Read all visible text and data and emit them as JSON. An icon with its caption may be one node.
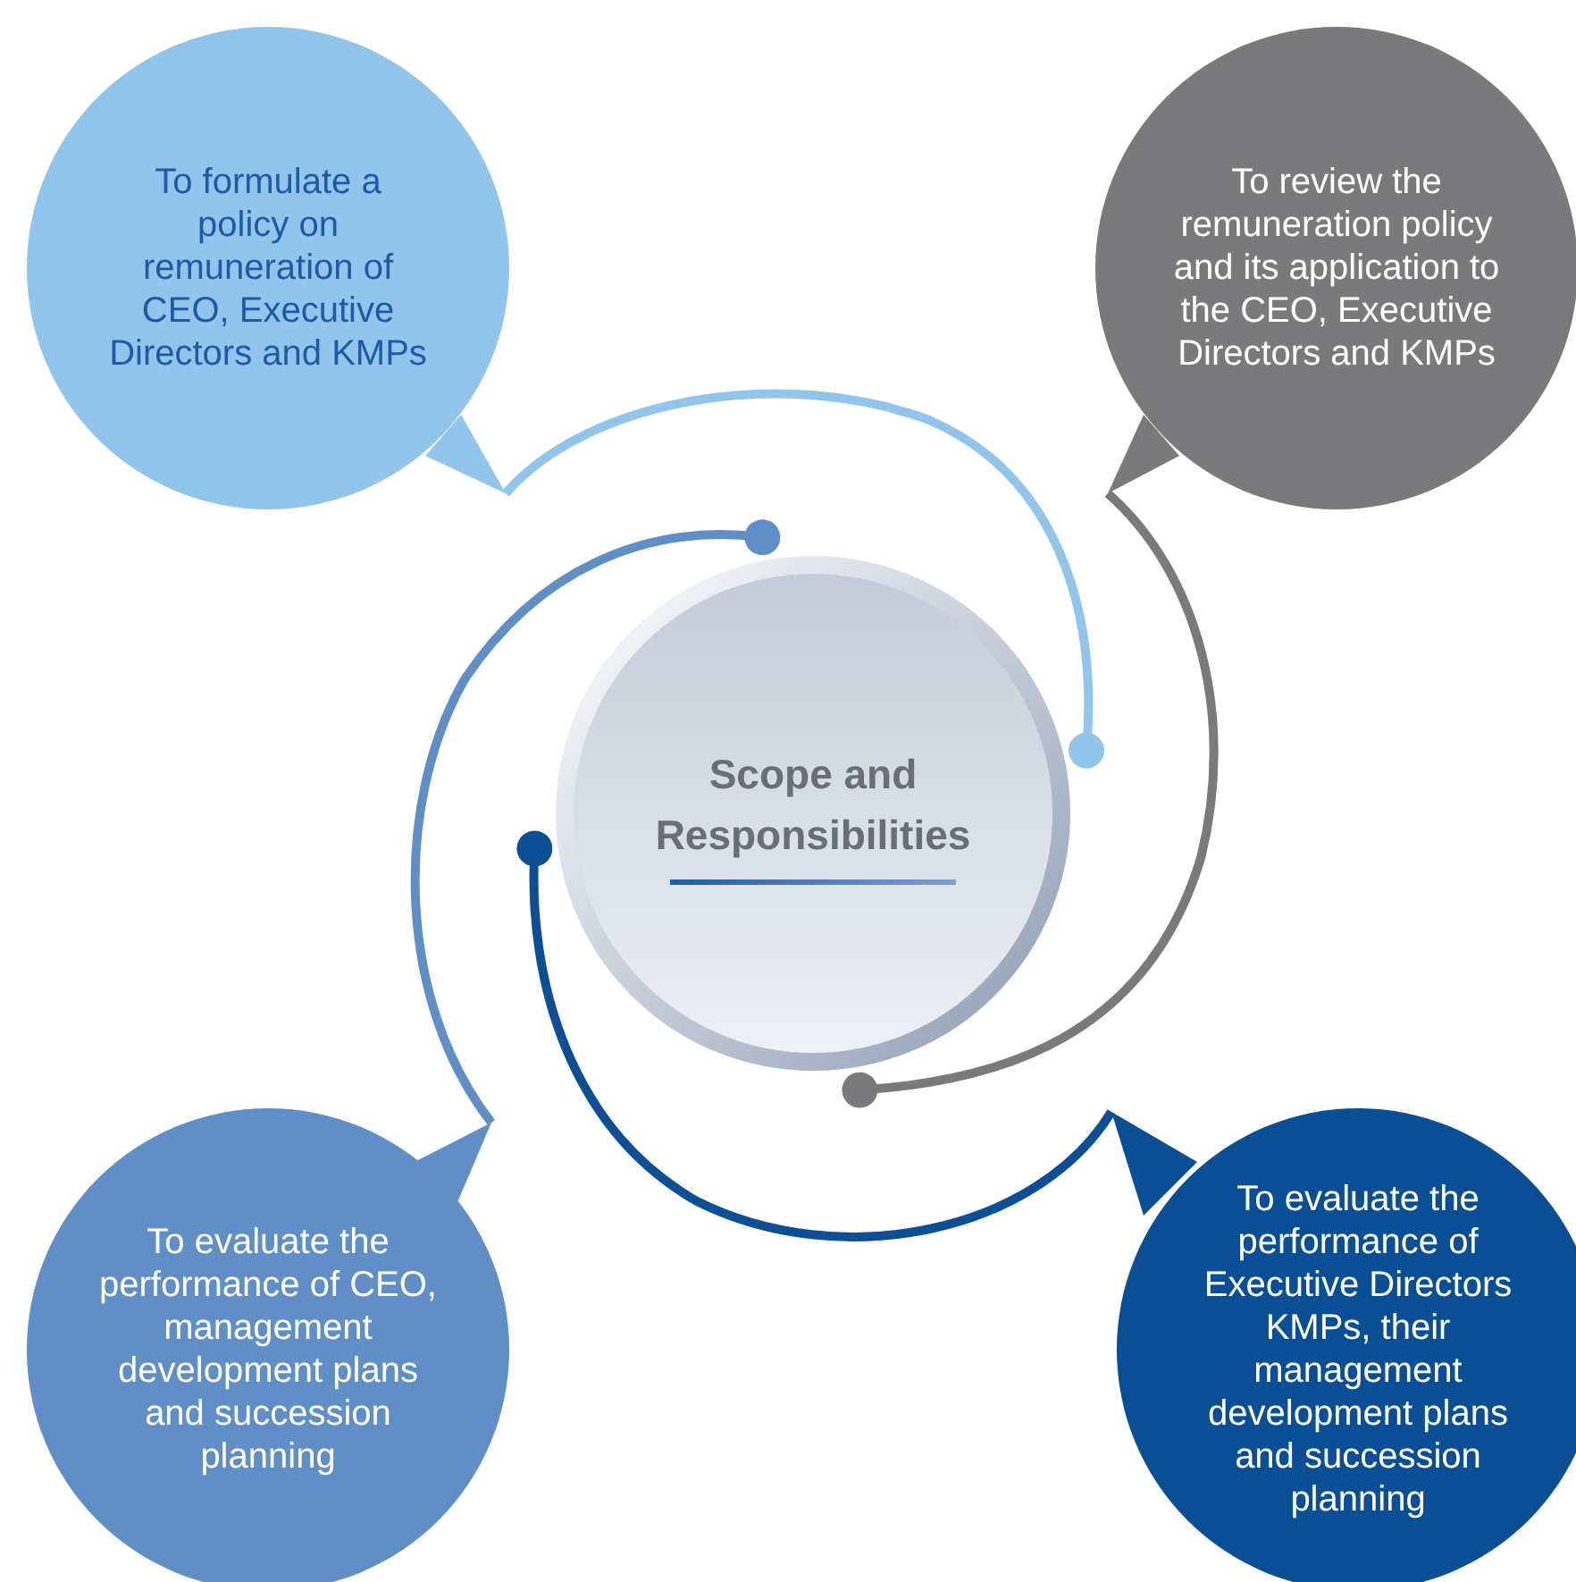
{
  "diagram": {
    "nodes": [
      {
        "text": [
          "To formulate a policy on remuneration of CEO, Executive Directors and KMPs"
        ]
      },
      {
        "text": [
          "To review the remuneration policy and its application to the CEO, Executive Directors and KMPs"
        ]
      },
      {
        "text": [
          "Scope and Responsibilities"
        ]
      },
      {
        "text": [
          "To evaluate the performance of CEO, management development plans and succession planning"
        ]
      },
      {
        "text": [
          "To evaluate the performance of Executive Directors KMPs, their management development plans and succession planning"
        ]
      }
    ],
    "edges": [
      {
        "from": 0,
        "to": 2,
        "arrow": "other",
        "color": "#92c5ec"
      },
      {
        "from": 1,
        "to": 2,
        "arrow": "other",
        "color": "#7a7a7d"
      },
      {
        "from": 4,
        "to": 2,
        "arrow": "other",
        "color": "#0c4f96"
      },
      {
        "from": 3,
        "to": 2,
        "arrow": "other",
        "color": "#5f8fc6"
      }
    ]
  }
}
